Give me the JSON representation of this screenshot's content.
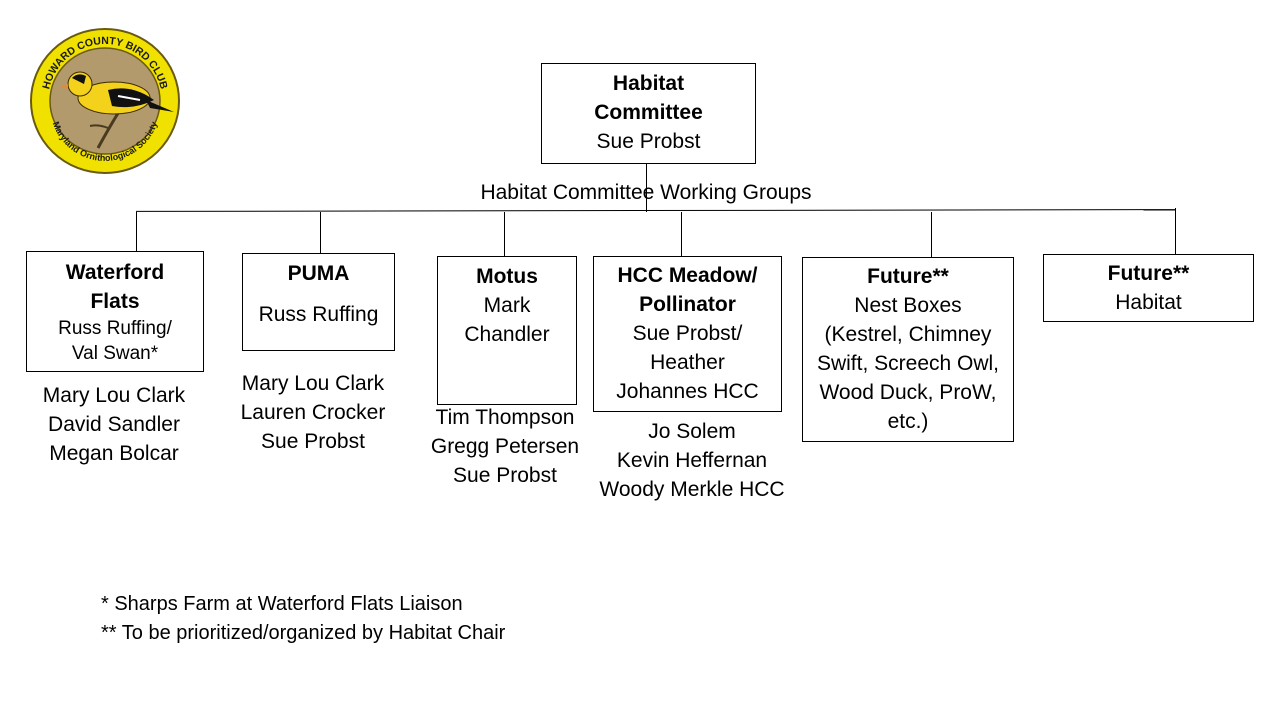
{
  "logo": {
    "ring_text_top": "HOWARD COUNTY BIRD CLUB",
    "ring_text_bottom": "Maryland Ornithological Society",
    "colors": {
      "ring": "#f1e100",
      "disc": "#b39a6c",
      "bird": "#f4d11a"
    }
  },
  "root": {
    "title_line1": "Habitat",
    "title_line2": "Committee",
    "person": "Sue Probst"
  },
  "groups_label": "Habitat Committee Working Groups",
  "groups": [
    {
      "title": [
        "Waterford",
        "Flats"
      ],
      "leads": [
        "Russ Ruffing/",
        "Val Swan*"
      ],
      "members": [
        "Mary Lou Clark",
        "David Sandler",
        "Megan Bolcar"
      ]
    },
    {
      "title": [
        "PUMA"
      ],
      "leads": [
        "Russ Ruffing"
      ],
      "members": [
        "Mary Lou Clark",
        "Lauren Crocker",
        "Sue Probst"
      ]
    },
    {
      "title": [
        "Motus"
      ],
      "leads": [
        "Mark",
        "Chandler"
      ],
      "members": [
        "Tim Thompson",
        "Gregg Petersen",
        "Sue Probst"
      ]
    },
    {
      "title": [
        "HCC Meadow/",
        "Pollinator"
      ],
      "leads": [
        "Sue Probst/",
        "Heather",
        "Johannes HCC"
      ],
      "members": [
        "Jo Solem",
        "Kevin Heffernan",
        "Woody Merkle HCC"
      ]
    },
    {
      "title": [
        "Future**"
      ],
      "leads": [
        "Nest Boxes",
        "(Kestrel, Chimney",
        "Swift, Screech Owl,",
        "Wood Duck, ProW,",
        "etc.)"
      ],
      "members": []
    },
    {
      "title": [
        "Future**"
      ],
      "leads": [
        "Habitat"
      ],
      "members": []
    }
  ],
  "footnotes": [
    "* Sharps Farm at Waterford Flats Liaison",
    "** To be prioritized/organized by Habitat Chair"
  ]
}
